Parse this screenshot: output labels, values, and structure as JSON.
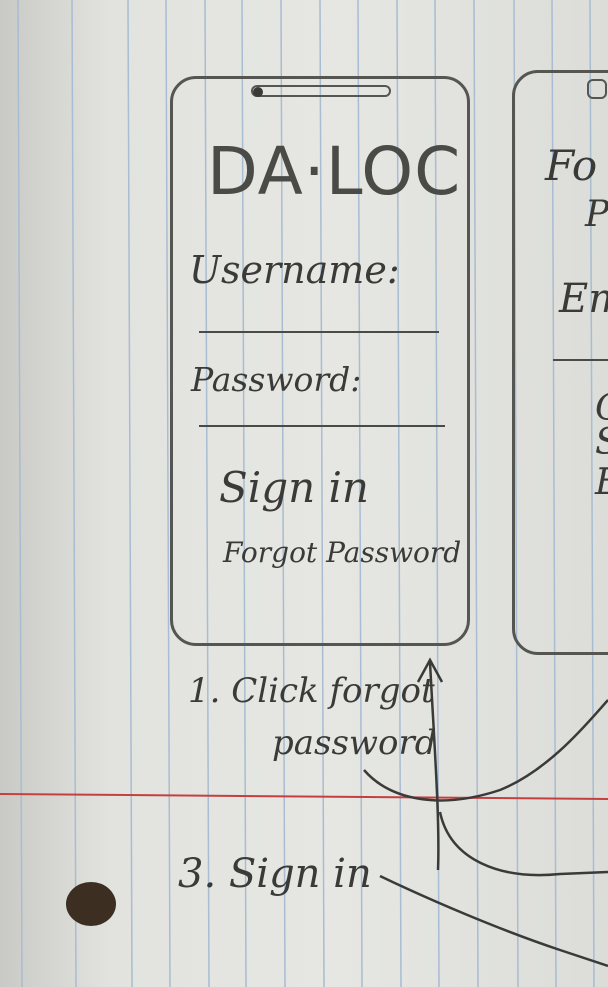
{
  "login_screen": {
    "title": "DA·LOC",
    "username_label": "Username:",
    "password_label": "Password:",
    "sign_in": "Sign in",
    "forgot_password": "Forgot Password"
  },
  "forgot_screen": {
    "title_partial": "Fo",
    "subtitle_partial": "Pa",
    "email_partial": "Em",
    "line1_partial": "C",
    "line2_partial": "S",
    "line3_partial": "E"
  },
  "annotations": {
    "step1_line1": "1. Click forgot",
    "step1_line2": "password",
    "step3": "3. Sign in"
  },
  "colors": {
    "paper": "#e4e5e1",
    "rule_blue": "#9fb4cc",
    "margin_red": "#c23a3a",
    "pencil": "#3a3a38"
  }
}
